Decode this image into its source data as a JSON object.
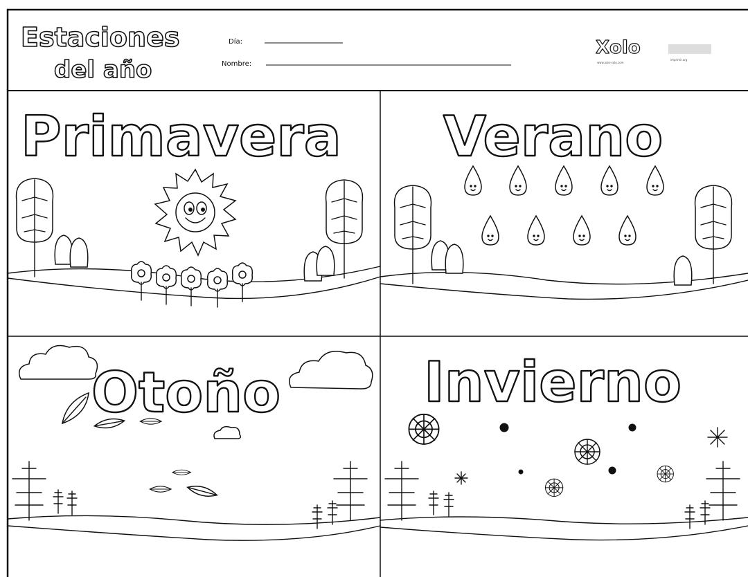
{
  "header": {
    "title_line1": "Estaciones",
    "title_line2": "del año",
    "date_label": "Día:",
    "name_label": "Nombre:",
    "logo_text": "Xolo",
    "logo_url": "www.xolo-xolo.com",
    "logo2_text": "imprimir.org"
  },
  "seasons": {
    "spring": "Primavera",
    "summer": "Verano",
    "autumn": "Otoño",
    "winter": "Invierno"
  },
  "colors": {
    "ink": "#111111",
    "paper": "#ffffff"
  }
}
